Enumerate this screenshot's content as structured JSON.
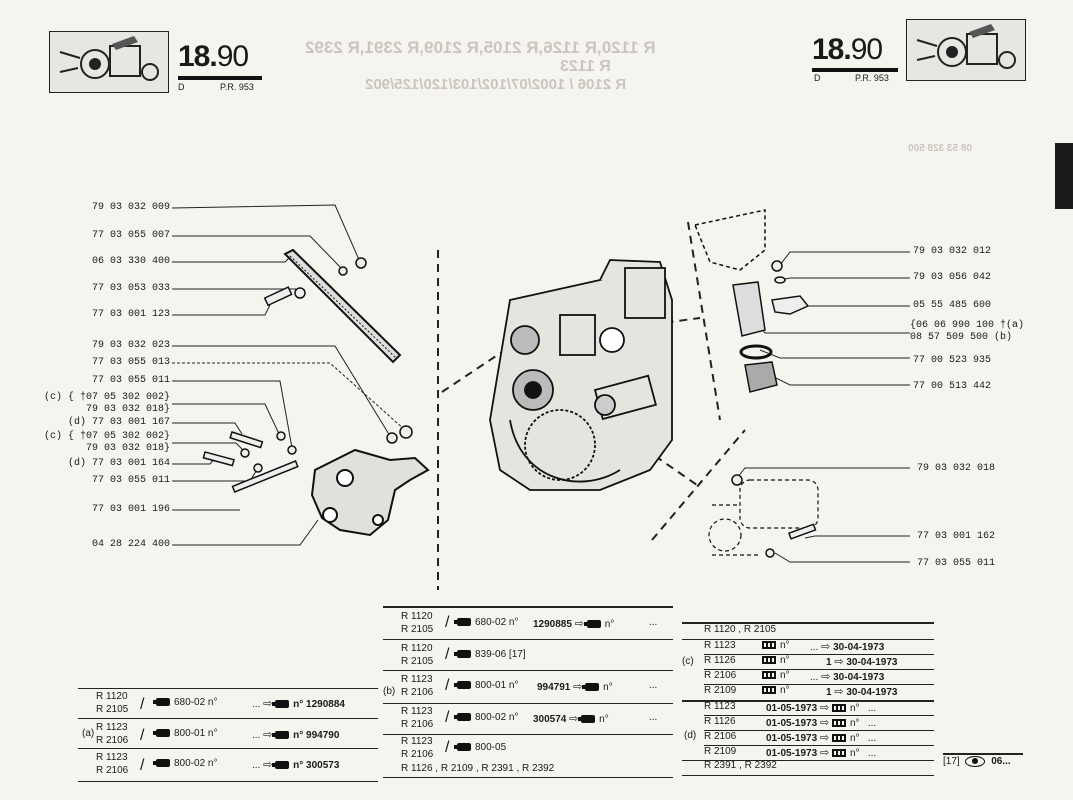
{
  "header": {
    "left": {
      "page_major": "18.",
      "page_minor": "90",
      "lang": "D",
      "ref": "P.R. 953"
    },
    "right": {
      "page_major": "18.",
      "page_minor": "90",
      "lang": "D",
      "ref": "P.R. 953"
    }
  },
  "left_labels": [
    {
      "text": "79 03 032 009"
    },
    {
      "text": "77 03 055 007"
    },
    {
      "text": "06 03 330 400"
    },
    {
      "text": "77 03 053 033"
    },
    {
      "text": "77 03 001 123"
    },
    {
      "text": "79 03 032 023"
    },
    {
      "text": "77 03 055 013"
    },
    {
      "text": "77 03 055 011"
    },
    {
      "text": "(c) { †07 05 302 002}"
    },
    {
      "text": "79 03 032 018}"
    },
    {
      "text": "(d) 77 03 001 167"
    },
    {
      "text": "(c) { †07 05 302 002}"
    },
    {
      "text": "79 03 032 018}"
    },
    {
      "text": "(d) 77 03 001 164"
    },
    {
      "text": "77 03 055 011"
    },
    {
      "text": "77 03 001 196"
    },
    {
      "text": "04 28 224 400"
    }
  ],
  "right_labels": [
    {
      "text": "79 03 032 012"
    },
    {
      "text": "79 03 056 042"
    },
    {
      "text": "05 55 485 600"
    },
    {
      "text": "{06 06 990 100 †(a)"
    },
    {
      "text": " 08 57 509 500  (b)"
    },
    {
      "text": "77 00 523 935"
    },
    {
      "text": "77 00 513 442"
    },
    {
      "text": "79 03 032 018"
    },
    {
      "text": "77 03 001 162"
    },
    {
      "text": "77 03 055 011"
    }
  ],
  "table_a": {
    "marker": "(a)",
    "rows": [
      {
        "models": [
          "R 1120",
          "R 2105"
        ],
        "code": "680-02 n°",
        "dots": "...",
        "to": "n° 1290884"
      },
      {
        "models": [
          "R 1123",
          "R 2106"
        ],
        "code": "800-01 n°",
        "dots": "...",
        "to": "n° 994790"
      },
      {
        "models": [
          "R 1123",
          "R 2106"
        ],
        "code": "800-02 n°",
        "dots": "...",
        "to": "n° 300573"
      }
    ]
  },
  "table_b": {
    "marker": "(b)",
    "rows": [
      {
        "models": [
          "R 1120",
          "R 2105"
        ],
        "code": "680-02 n°",
        "from": "1290885",
        "to": "n°",
        "dots": "..."
      },
      {
        "models": [
          "R 1120",
          "R 2105"
        ],
        "code": "839-06",
        "note": "[17]"
      },
      {
        "models": [
          "R 1123",
          "R 2106"
        ],
        "code": "800-01 n°",
        "from": "994791",
        "to": "n°",
        "dots": "..."
      },
      {
        "models": [
          "R 1123",
          "R 2106"
        ],
        "code": "800-02 n°",
        "from": "300574",
        "to": "n°",
        "dots": "..."
      },
      {
        "models": [
          "R 1123",
          "R 2106"
        ],
        "code": "800-05"
      }
    ],
    "footer": "R 1126 , R 2109 , R 2391 , R 2392"
  },
  "table_c": {
    "marker": "(c)",
    "header": "R 1120 , R 2105",
    "rows": [
      {
        "model": "R 1123",
        "code": "n°",
        "pre": "...",
        "date": "30-04-1973"
      },
      {
        "model": "R 1126",
        "code": "n°",
        "pre": "1",
        "date": "30-04-1973"
      },
      {
        "model": "R 2106",
        "code": "n°",
        "pre": "...",
        "date": "30-04-1973"
      },
      {
        "model": "R 2109",
        "code": "n°",
        "pre": "1",
        "date": "30-04-1973"
      }
    ]
  },
  "table_d": {
    "marker": "(d)",
    "rows": [
      {
        "model": "R 1123",
        "date": "01-05-1973",
        "code": "n°",
        "dots": "..."
      },
      {
        "model": "R 1126",
        "date": "01-05-1973",
        "code": "n°",
        "dots": "..."
      },
      {
        "model": "R 2106",
        "date": "01-05-1973",
        "code": "n°",
        "dots": "..."
      },
      {
        "model": "R 2109",
        "date": "01-05-1973",
        "code": "n°",
        "dots": "..."
      }
    ],
    "footer": "R 2391 , R 2392"
  },
  "note_ref": {
    "ref": "[17]",
    "page": "06..."
  },
  "bleed_through": {
    "line1": "R 1120,R 1126,R 2105,R 2109,R 2391,R 2392",
    "line2": "R 1123",
    "line3": "R 2106 / 1002/07/102/103/120/125/902",
    "side_code": "08 53 328 500"
  }
}
